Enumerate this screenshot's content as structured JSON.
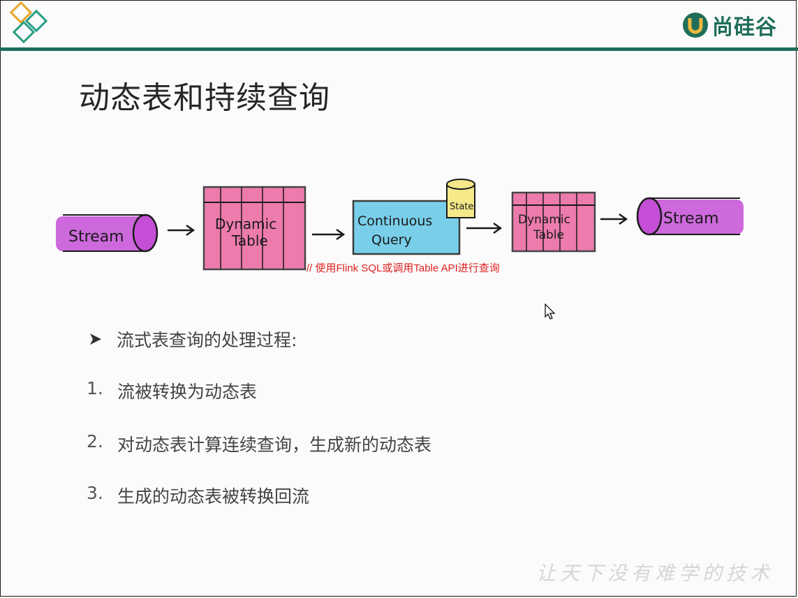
{
  "header": {
    "brand": "尚硅谷",
    "colors": {
      "accent": "#1f6e5a",
      "logo_orange": "#e8a52a",
      "logo_teal": "#2a9d86"
    }
  },
  "slide": {
    "title": "动态表和持续查询"
  },
  "diagram": {
    "stream_in": "Stream",
    "dynamic_table_1": [
      "Dynamic",
      "Table"
    ],
    "continuous_query": [
      "Continuous",
      "Query"
    ],
    "state": "State",
    "dynamic_table_2": [
      "Dynamic",
      "Table"
    ],
    "stream_out": "Stream",
    "annotation": "// 使用Flink SQL或调用Table API进行查询",
    "colors": {
      "stream": "#c44fd6",
      "table": "#ea5c9a",
      "query": "#63c8e8",
      "state": "#f5e98a"
    }
  },
  "content": {
    "bullet": "流式表查询的处理过程:",
    "steps": [
      {
        "num": "1.",
        "text": "流被转换为动态表"
      },
      {
        "num": "2.",
        "text": "对动态表计算连续查询，生成新的动态表"
      },
      {
        "num": "3.",
        "text": "生成的动态表被转换回流"
      }
    ]
  },
  "footer": {
    "watermark": "让天下没有难学的技术"
  }
}
